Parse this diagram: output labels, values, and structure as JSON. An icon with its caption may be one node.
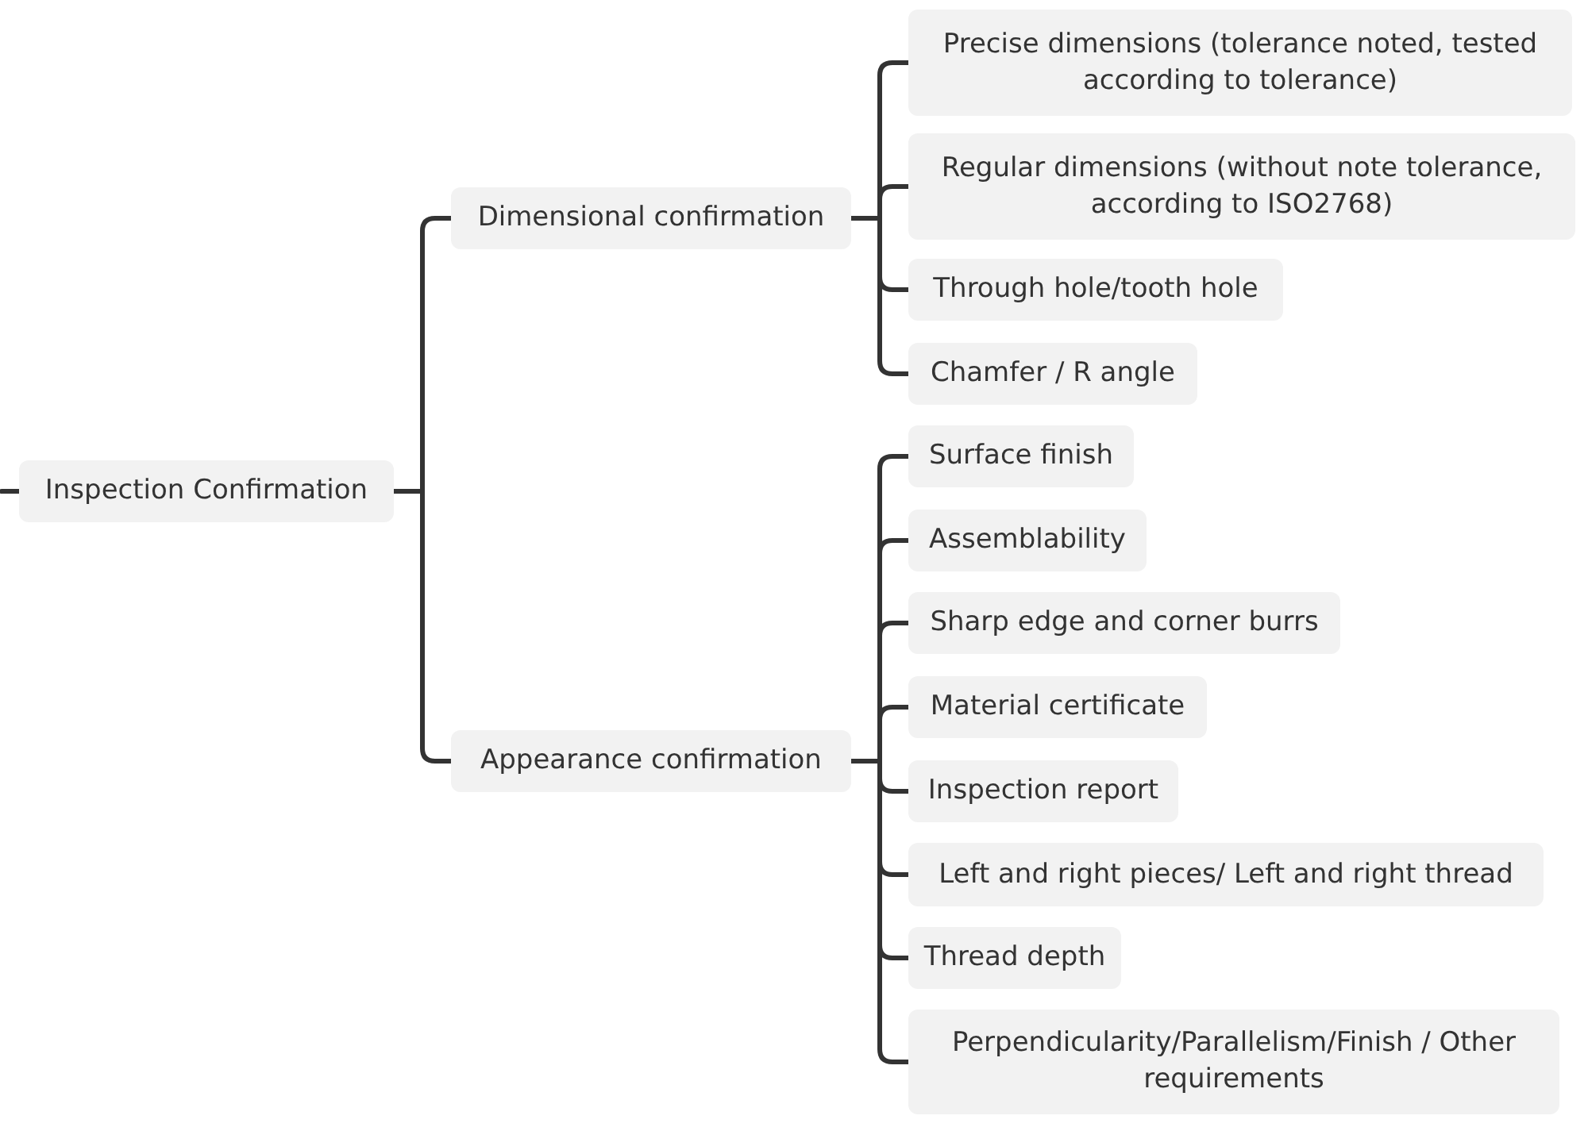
{
  "diagram": {
    "nodes": [
      {
        "text": [
          "Inspection Confirmation"
        ]
      },
      {
        "text": [
          "Dimensional confirmation"
        ]
      },
      {
        "text": [
          "Precise dimensions (tolerance noted, tested according to tolerance)"
        ]
      },
      {
        "text": [
          "Regular dimensions (without note tolerance, according to ISO2768)"
        ]
      },
      {
        "text": [
          "Through hole/tooth hole"
        ]
      },
      {
        "text": [
          "Chamfer / R angle"
        ]
      },
      {
        "text": [
          "Appearance confirmation"
        ]
      },
      {
        "text": [
          "Surface finish"
        ]
      },
      {
        "text": [
          "Assemblability"
        ]
      },
      {
        "text": [
          "Sharp edge and corner burrs"
        ]
      },
      {
        "text": [
          "Material certificate"
        ]
      },
      {
        "text": [
          "Inspection report"
        ]
      },
      {
        "text": [
          "Left and right pieces/ Left and right thread"
        ]
      },
      {
        "text": [
          "Thread depth"
        ]
      },
      {
        "text": [
          "Perpendicularity/Parallelism/Finish / Other requirements"
        ]
      }
    ],
    "edges": [
      {
        "from": null,
        "to": 0,
        "arrow": "none"
      },
      {
        "from": 0,
        "to": 1,
        "arrow": "none"
      },
      {
        "from": 0,
        "to": 6,
        "arrow": "none"
      },
      {
        "from": 1,
        "to": 2,
        "arrow": "none"
      },
      {
        "from": 1,
        "to": 3,
        "arrow": "none"
      },
      {
        "from": 1,
        "to": 4,
        "arrow": "none"
      },
      {
        "from": 1,
        "to": 5,
        "arrow": "none"
      },
      {
        "from": 6,
        "to": 7,
        "arrow": "none"
      },
      {
        "from": 6,
        "to": 8,
        "arrow": "none"
      },
      {
        "from": 6,
        "to": 9,
        "arrow": "none"
      },
      {
        "from": 6,
        "to": 10,
        "arrow": "none"
      },
      {
        "from": 6,
        "to": 11,
        "arrow": "none"
      },
      {
        "from": 6,
        "to": 12,
        "arrow": "none"
      },
      {
        "from": 6,
        "to": 13,
        "arrow": "none"
      },
      {
        "from": 6,
        "to": 14,
        "arrow": "none"
      }
    ]
  }
}
